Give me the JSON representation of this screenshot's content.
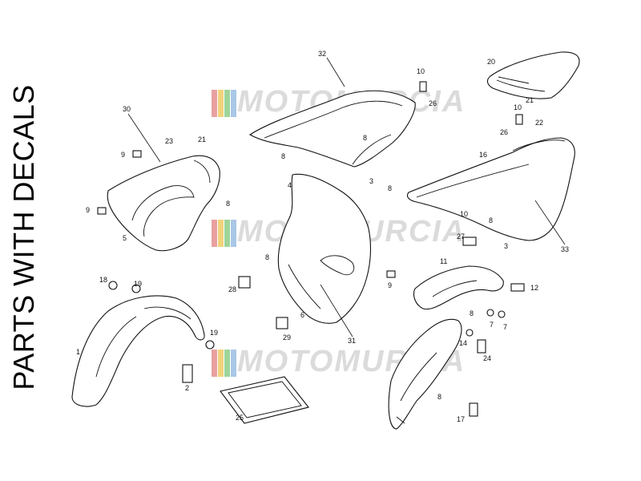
{
  "title": "PARTS WITH DECALS",
  "watermark": {
    "text": "MOTOMURCIA",
    "colors": [
      "#e8a0a0",
      "#f2d37c",
      "#9fd49a",
      "#a9c7e6"
    ]
  },
  "callouts": [
    "32",
    "10",
    "20",
    "26",
    "21",
    "10",
    "22",
    "26",
    "30",
    "23",
    "21",
    "9",
    "8",
    "8",
    "3",
    "4",
    "8",
    "16",
    "10",
    "8",
    "3",
    "9",
    "5",
    "8",
    "27",
    "33",
    "11",
    "9",
    "12",
    "8",
    "18",
    "19",
    "28",
    "6",
    "31",
    "29",
    "8",
    "7",
    "7",
    "19",
    "14",
    "24",
    "1",
    "2",
    "25",
    "8",
    "17"
  ]
}
